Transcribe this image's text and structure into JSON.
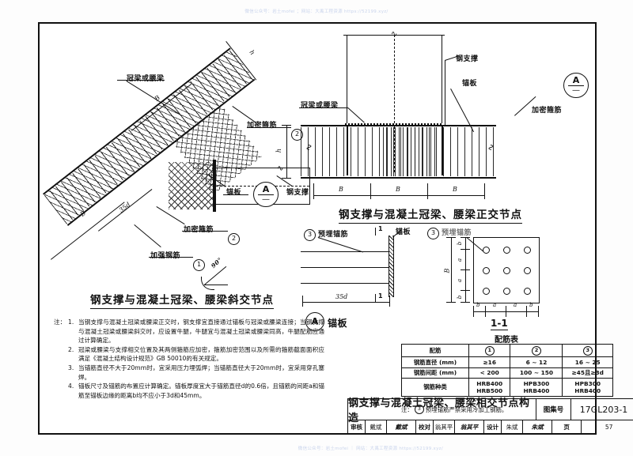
{
  "watermarks": {
    "top": "微信公众号：岩土mofei ；网站：大禹工程资源 https://52199.xyz/",
    "bottom": "微信公众号：岩土mofei ｜ 网站：大禹工程资源 https://52199.xyz/"
  },
  "figure_left": {
    "title": "钢支撑与混凝土冠梁、腰梁斜交节点",
    "labels": {
      "beam": "冠梁或腰梁",
      "dense_stirrup_top": "加密箍筋",
      "dense_stirrup_top_num": "2",
      "anchor_plate": "锚板",
      "detail_mark": "A",
      "steel_brace": "钢支撑",
      "dense_stirrup_bottom": "加密箍筋",
      "dense_stirrup_bottom_num": "2",
      "strengthen_rebar": "加强钢筋",
      "strengthen_rebar_num": "1",
      "angle": "90°"
    },
    "dimensions": {
      "b1": "B",
      "b2": "B",
      "h": "h",
      "embed": "35d"
    }
  },
  "figure_right_top": {
    "title": "钢支撑与混凝土冠梁、腰梁正交节点",
    "labels": {
      "steel_brace": "钢支撑",
      "anchor_plate": "锚板",
      "detail_mark": "A",
      "dense_stirrup": "加密箍筋",
      "beam": "冠梁或腰梁"
    },
    "dimensions": {
      "h": "h",
      "b1": "B",
      "b2": "B",
      "b3": "B"
    }
  },
  "figure_anchor_detail": {
    "title_mark": "A",
    "title": "锚板",
    "labels": {
      "embedded_rebar": "预埋锚筋",
      "embedded_rebar_num": "3",
      "anchor_plate": "锚板",
      "section_mark_top": "1",
      "section_mark_bottom": "1"
    },
    "dimensions": {
      "embed_len": "35d"
    }
  },
  "figure_section": {
    "title": "1-1",
    "labels": {
      "embedded_rebar": "预埋锚筋",
      "embedded_rebar_num": "3"
    },
    "dimensions": {
      "B": "B",
      "a": "a",
      "b": "b"
    }
  },
  "notes": {
    "head": "注：",
    "items": [
      {
        "num": "1.",
        "text": "当钢支撑与混凝土冠梁或腰梁正交时，钢支撑宜直接通过锚板与冠梁或腰梁连接；当钢支撑与混凝土冠梁或腰梁斜交时，应设置牛腿，牛腿宜与混凝土冠梁或腰梁同高，牛腿配筋应通过计算确定。"
      },
      {
        "num": "2.",
        "text": "冠梁或腰梁与支撑相交位置及其两侧箍筋应加密，箍筋加密范围以及所需的箍筋截面面积应满足《混凝土结构设计规范》GB 50010的有关规定。"
      },
      {
        "num": "3.",
        "text": "当锚筋直径不大于20mm时，宜采用压力埋弧焊；当锚筋直径大于20mm时，宜采用穿孔塞焊。"
      },
      {
        "num": "4.",
        "text": "锚板尺寸及锚筋的布置应计算确定。锚板厚度宜大于锚筋直径d的0.6倍，且锚筋的间距a和锚筋至锚板边缘的距离b均不应小于3d和45mm。"
      }
    ]
  },
  "rebar_table": {
    "title": "配筋表",
    "columns": [
      "配筋",
      "1",
      "2",
      "3"
    ],
    "rows": [
      {
        "label": "钢筋直径 (mm)",
        "values": [
          "≥16",
          "6 ~ 12",
          "16 ~ 25"
        ]
      },
      {
        "label": "钢筋间距 (mm)",
        "values": [
          "< 200",
          "100 ~ 150",
          "≥45且≥3d"
        ]
      },
      {
        "label": "钢筋种类",
        "values": [
          "HRB400\nHRB500",
          "HPB300\nHRB400",
          "HPB300\nHRB400"
        ]
      }
    ],
    "note_head": "注：",
    "note_num": "3",
    "note_text": "预埋锚筋严禁采用冷加工钢筋。"
  },
  "title_block": {
    "drawing_title": "钢支撑与混凝土冠梁、腰梁相交节点构造",
    "atlas_key": "图集号",
    "atlas_value": "17GL203-1",
    "page_key": "页",
    "page_value": "57",
    "review_label": "审核",
    "review_name": "戴斌",
    "review_sign": "戴斌",
    "check_label": "校对",
    "check_name": "翁其平",
    "check_sign": "翁其平",
    "design_label": "设计",
    "design_name": "朱斌",
    "design_sign": "朱斌"
  },
  "colors": {
    "ink": "#111111",
    "paper": "#ffffff",
    "watermark": "#c9d4ec"
  }
}
